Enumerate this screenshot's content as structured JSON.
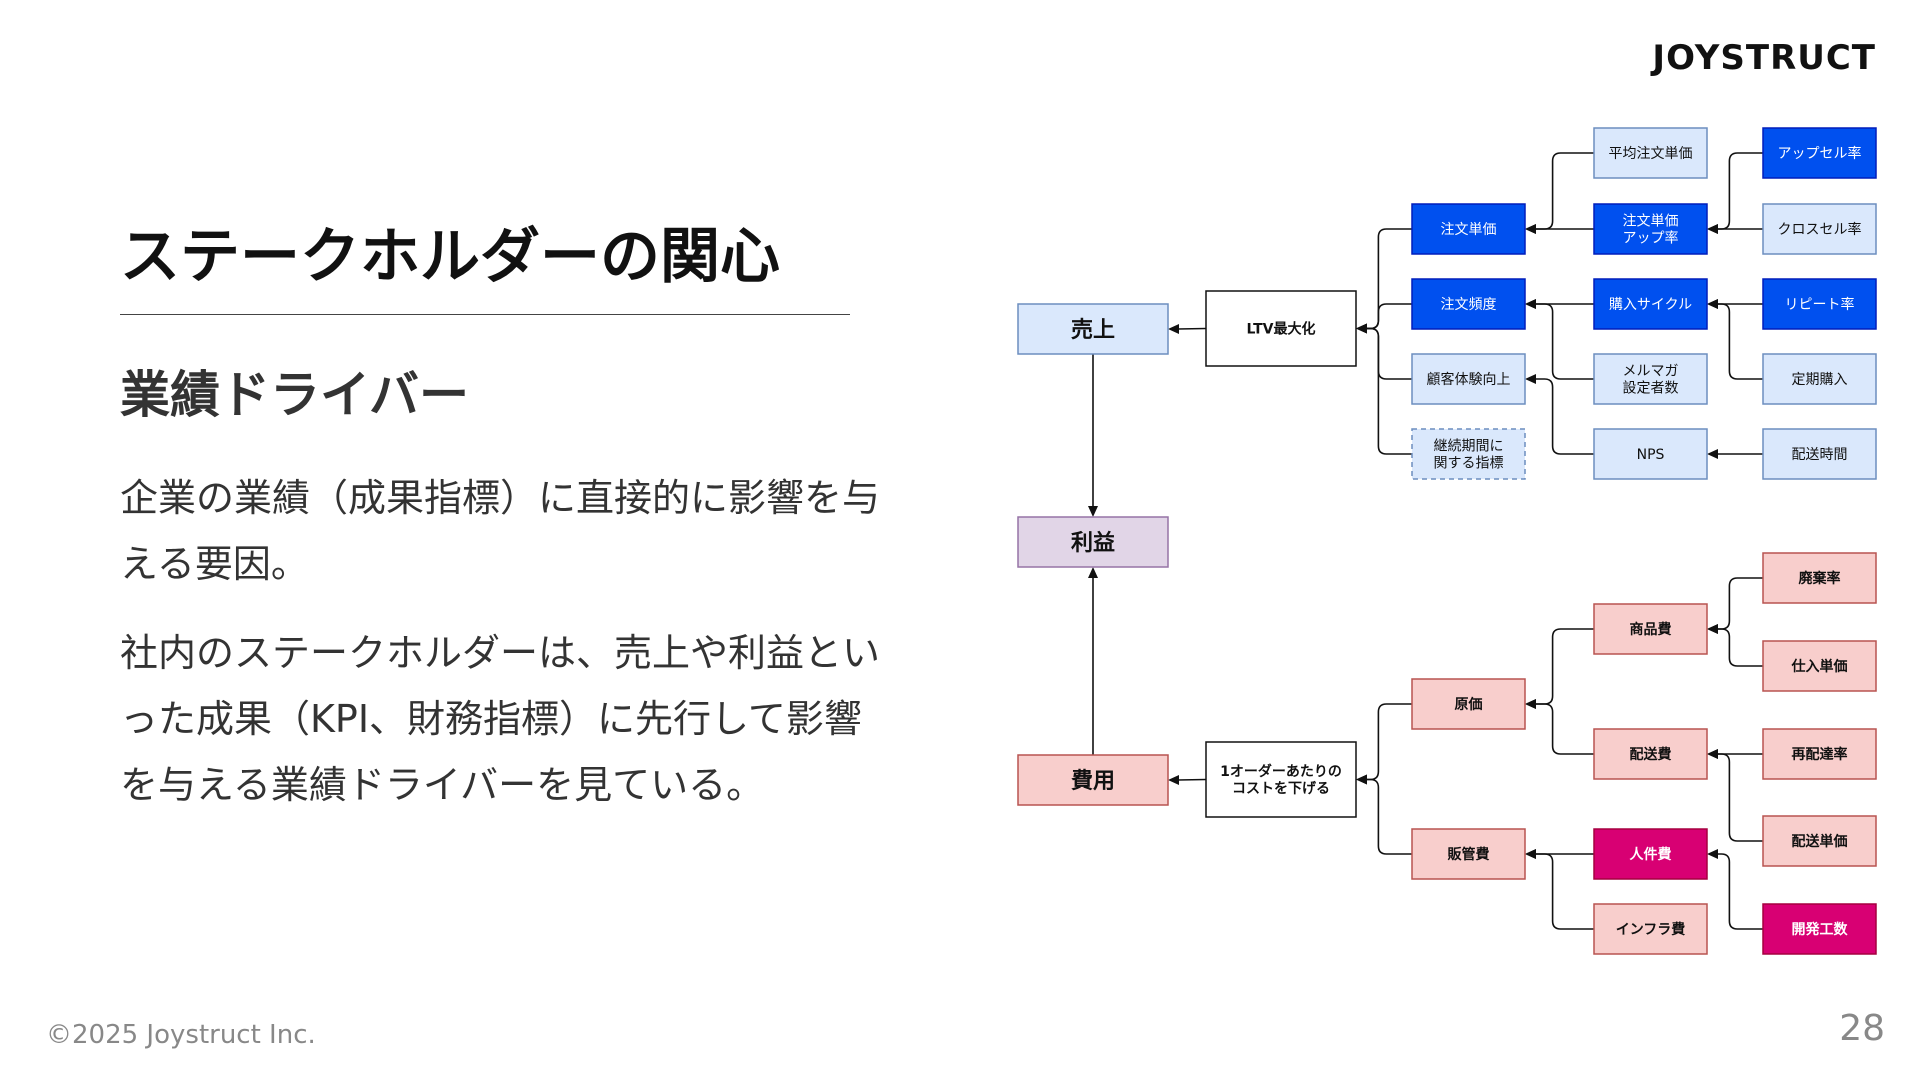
{
  "brand": {
    "logo": "JOYSTRUCT"
  },
  "slide": {
    "title": "ステークホルダーの関心",
    "subtitle": "業績ドライバー",
    "paragraph1": "企業の業績（成果指標）に直接的に影響を与える要因。",
    "paragraph2": "社内のステークホルダーは、売上や利益といった成果（KPI、財務指標）に先行して影響を与える業績ドライバーを見ている。"
  },
  "footer": {
    "copyright": "©2025 Joystruct Inc.",
    "page_number": "28"
  },
  "colors": {
    "sales_fill": "#dae8fc",
    "sales_stroke": "#6c8ebf",
    "profit_fill": "#e1d5e7",
    "profit_stroke": "#9673a6",
    "cost_fill": "#f8cecc",
    "cost_stroke": "#b85450",
    "blue_fill": "#0050ef",
    "blue_stroke": "#001dbc",
    "magenta_fill": "#d80073",
    "magenta_stroke": "#a50040",
    "white_fill": "#ffffff",
    "white_stroke": "#111111"
  },
  "diagram": {
    "nodes": [
      {
        "id": "sales",
        "lines": [
          "売上"
        ],
        "style": "sales",
        "size": "large"
      },
      {
        "id": "profit",
        "lines": [
          "利益"
        ],
        "style": "profit",
        "size": "large"
      },
      {
        "id": "cost",
        "lines": [
          "費用"
        ],
        "style": "cost",
        "size": "large"
      },
      {
        "id": "ltv",
        "lines": [
          "LTV最大化"
        ],
        "style": "white"
      },
      {
        "id": "cost_down",
        "lines": [
          "1オーダーあたりの",
          "コストを下げる"
        ],
        "style": "white"
      },
      {
        "id": "order_price",
        "lines": [
          "注文単価"
        ],
        "style": "blue"
      },
      {
        "id": "order_freq",
        "lines": [
          "注文頻度"
        ],
        "style": "blue"
      },
      {
        "id": "cx",
        "lines": [
          "顧客体験向上"
        ],
        "style": "light"
      },
      {
        "id": "retention",
        "lines": [
          "継続期間に",
          "関する指標"
        ],
        "style": "dashed"
      },
      {
        "id": "avg_price",
        "lines": [
          "平均注文単価"
        ],
        "style": "light"
      },
      {
        "id": "price_up",
        "lines": [
          "注文単価",
          "アップ率"
        ],
        "style": "blue"
      },
      {
        "id": "cycle",
        "lines": [
          "購入サイクル"
        ],
        "style": "blue"
      },
      {
        "id": "mailmag",
        "lines": [
          "メルマガ",
          "設定者数"
        ],
        "style": "light"
      },
      {
        "id": "nps",
        "lines": [
          "NPS"
        ],
        "style": "light"
      },
      {
        "id": "upsell",
        "lines": [
          "アップセル率"
        ],
        "style": "blue"
      },
      {
        "id": "crosssell",
        "lines": [
          "クロスセル率"
        ],
        "style": "light"
      },
      {
        "id": "repeat",
        "lines": [
          "リピート率"
        ],
        "style": "blue"
      },
      {
        "id": "subscription",
        "lines": [
          "定期購入"
        ],
        "style": "light"
      },
      {
        "id": "delivery_time",
        "lines": [
          "配送時間"
        ],
        "style": "light"
      },
      {
        "id": "cogs",
        "lines": [
          "原価"
        ],
        "style": "cost"
      },
      {
        "id": "sga",
        "lines": [
          "販管費"
        ],
        "style": "cost"
      },
      {
        "id": "product_cost",
        "lines": [
          "商品費"
        ],
        "style": "cost"
      },
      {
        "id": "shipping_cost",
        "lines": [
          "配送費"
        ],
        "style": "cost"
      },
      {
        "id": "labor",
        "lines": [
          "人件費"
        ],
        "style": "magenta"
      },
      {
        "id": "infra",
        "lines": [
          "インフラ費"
        ],
        "style": "cost"
      },
      {
        "id": "waste",
        "lines": [
          "廃棄率"
        ],
        "style": "cost"
      },
      {
        "id": "purchase_price",
        "lines": [
          "仕入単価"
        ],
        "style": "cost"
      },
      {
        "id": "redelivery",
        "lines": [
          "再配達率"
        ],
        "style": "cost"
      },
      {
        "id": "ship_unit",
        "lines": [
          "配送単価"
        ],
        "style": "cost"
      },
      {
        "id": "dev_hours",
        "lines": [
          "開発工数"
        ],
        "style": "magenta"
      }
    ],
    "edges": [
      [
        "ltv",
        "sales"
      ],
      [
        "sales",
        "profit"
      ],
      [
        "cost",
        "profit"
      ],
      [
        "cost_down",
        "cost"
      ],
      [
        "order_price",
        "ltv"
      ],
      [
        "order_freq",
        "ltv"
      ],
      [
        "cx",
        "ltv"
      ],
      [
        "retention",
        "ltv"
      ],
      [
        "avg_price",
        "order_price"
      ],
      [
        "price_up",
        "order_price"
      ],
      [
        "upsell",
        "price_up"
      ],
      [
        "crosssell",
        "price_up"
      ],
      [
        "cycle",
        "order_freq"
      ],
      [
        "mailmag",
        "order_freq"
      ],
      [
        "repeat",
        "cycle"
      ],
      [
        "subscription",
        "cycle"
      ],
      [
        "nps",
        "cx"
      ],
      [
        "delivery_time",
        "nps"
      ],
      [
        "cogs",
        "cost_down"
      ],
      [
        "sga",
        "cost_down"
      ],
      [
        "product_cost",
        "cogs"
      ],
      [
        "shipping_cost",
        "cogs"
      ],
      [
        "waste",
        "product_cost"
      ],
      [
        "purchase_price",
        "product_cost"
      ],
      [
        "redelivery",
        "shipping_cost"
      ],
      [
        "ship_unit",
        "shipping_cost"
      ],
      [
        "labor",
        "sga"
      ],
      [
        "infra",
        "sga"
      ],
      [
        "dev_hours",
        "labor"
      ]
    ]
  }
}
